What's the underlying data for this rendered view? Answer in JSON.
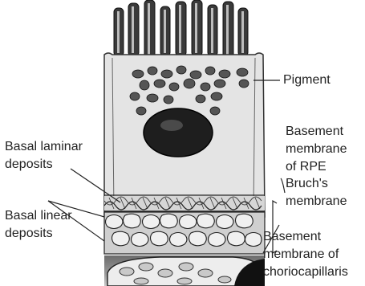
{
  "labels": {
    "pigment": "Pigment",
    "bm_rpe": [
      "Basement",
      "membrane",
      "of RPE"
    ],
    "basal_laminar": [
      "Basal laminar",
      "deposits"
    ],
    "bruchs": [
      "Bruch's",
      "membrane"
    ],
    "basal_linear": [
      "Basal linear",
      "deposits"
    ],
    "bm_chorio": [
      "Basement",
      "membrane of",
      "choriocapillaris"
    ]
  },
  "colors": {
    "ink": "#222222",
    "cell_fill": "#e4e4e4",
    "pigment": "#555555",
    "nucleus": "#1e1e1e"
  }
}
